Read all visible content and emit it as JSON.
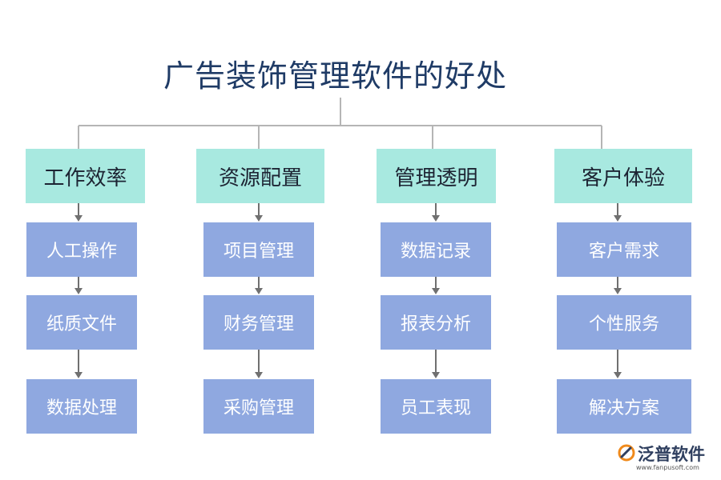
{
  "title": "广告装饰管理软件的好处",
  "columns": [
    {
      "heading": "工作效率",
      "items": [
        "人工操作",
        "纸质文件",
        "数据处理"
      ]
    },
    {
      "heading": "资源配置",
      "items": [
        "项目管理",
        "财务管理",
        "采购管理"
      ]
    },
    {
      "heading": "管理透明",
      "items": [
        "数据记录",
        "报表分析",
        "员工表现"
      ]
    },
    {
      "heading": "客户体验",
      "items": [
        "客户需求",
        "个性服务",
        "解决方案"
      ]
    }
  ],
  "logo": {
    "name": "泛普软件",
    "url": "www.fanpusoft.com"
  },
  "colors": {
    "title": "#1f3b66",
    "heading_fill": "#a8e9e0",
    "item_fill": "#8fa8e0",
    "connector": "#b5b5b5",
    "arrow": "#707070"
  }
}
